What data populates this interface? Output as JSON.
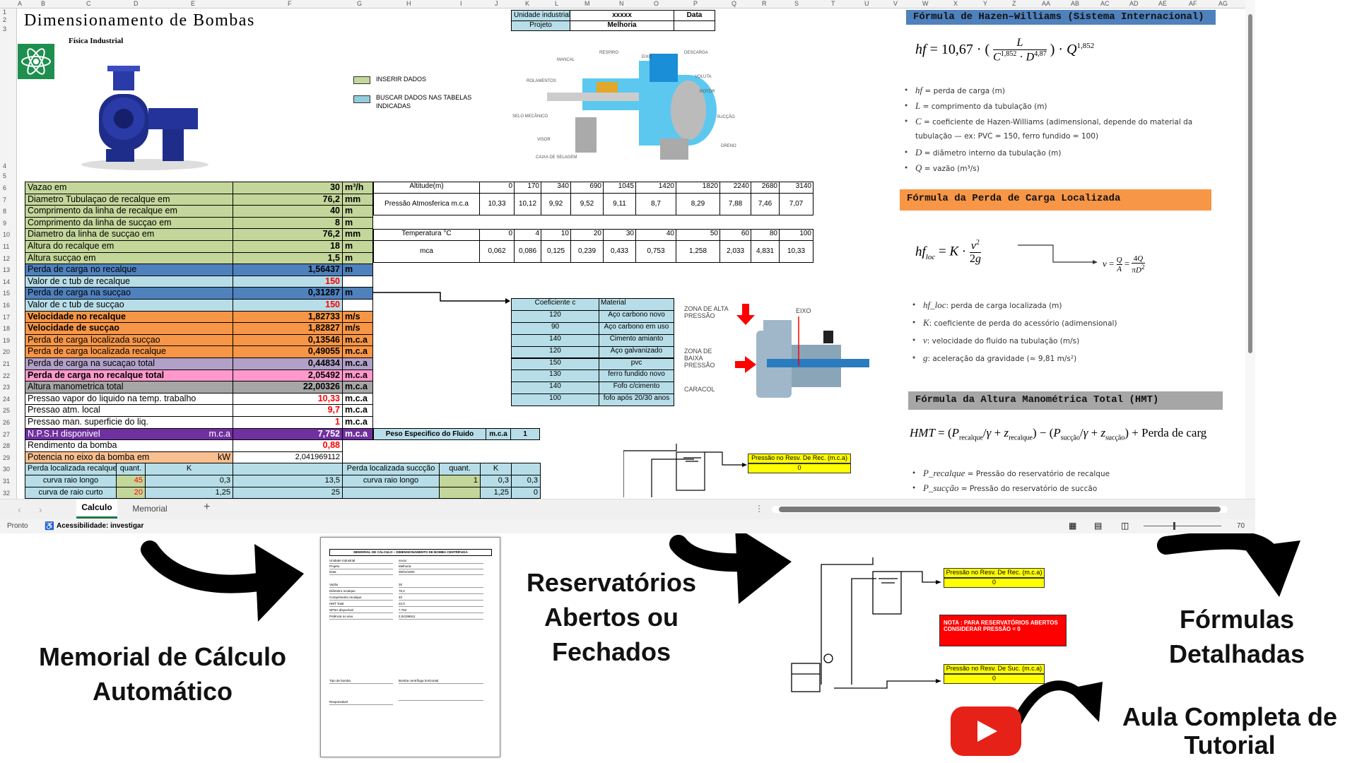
{
  "palette": {
    "green": "#c4d79b",
    "blue": "#4f81bd",
    "lightblue": "#b7dee8",
    "orange": "#f79646",
    "lilac": "#b1a0c7",
    "pink": "#ff99cc",
    "gray": "#a6a6a6",
    "white": "#ffffff",
    "purple": "#7030a0",
    "peach": "#fabf8f",
    "yellow": "#ffff00",
    "red": "#ff0000"
  },
  "sheet": {
    "columns": [
      "A",
      "B",
      "C",
      "D",
      "E",
      "F",
      "G",
      "H",
      "I",
      "J",
      "K",
      "L",
      "M",
      "N",
      "O",
      "P",
      "Q",
      "R",
      "S",
      "T",
      "U",
      "V",
      "W",
      "X",
      "Y",
      "Z",
      "AA",
      "AB",
      "AC",
      "AD",
      "AE",
      "AF",
      "AG"
    ],
    "rows": [
      "1",
      "2",
      "3",
      "4",
      "5",
      "6",
      "7",
      "8",
      "9",
      "10",
      "11",
      "12",
      "13",
      "14",
      "15",
      "16",
      "17",
      "18",
      "19",
      "20",
      "21",
      "22",
      "23",
      "24",
      "25",
      "26",
      "27",
      "28",
      "29",
      "30",
      "31",
      "32"
    ],
    "title": "Dimensionamento de Bombas",
    "subtitle": "Física Industrial",
    "header_table": {
      "unit_label": "Unidade industrial",
      "unit_value": "xxxxx",
      "date_label": "Data",
      "project_label": "Projeto",
      "project_value": "Melhoria"
    },
    "legend": {
      "insert": "INSERIR DADOS",
      "lookup": "BUSCAR DADOS NAS TABELAS INDICADAS"
    },
    "pump_parts": [
      "RESPIRO",
      "EIXO",
      "MANCAL",
      "DESCARGA",
      "ROLAMENTOS",
      "VOLUTA",
      "ROTOR",
      "SELO MECÂNICO",
      "SUCÇÃO",
      "VISOR",
      "DRENO",
      "CAIXA DE SELAGEM"
    ],
    "main_rows": [
      {
        "label": "Vazao em",
        "value": "30",
        "unit": "m³/h",
        "color": "green"
      },
      {
        "label": "Diametro  Tubulaçao de recalque em",
        "value": "76,2",
        "unit": "mm",
        "color": "green"
      },
      {
        "label": "Comprimento da linha de recalque  em",
        "value": "40",
        "unit": "m",
        "color": "green"
      },
      {
        "label": "Comprimento da linha de sucçao em",
        "value": "8",
        "unit": "m",
        "color": "green"
      },
      {
        "label": "Diametro da linha de sucçao em",
        "value": "76,2",
        "unit": "mm",
        "color": "green"
      },
      {
        "label": "Altura do recalque  em",
        "value": "18",
        "unit": "m",
        "color": "green"
      },
      {
        "label": "Altura sucçao em",
        "value": "1,5",
        "unit": "m",
        "color": "green"
      },
      {
        "label": "Perda de carga no recalque",
        "value": "1,56437",
        "unit": "m",
        "color": "blue"
      },
      {
        "label": "Valor de  c tub de recalque",
        "value": "150",
        "unit": "",
        "color": "lightblue",
        "red": true
      },
      {
        "label": "Perda de carga na sucçao",
        "value": "0,31287",
        "unit": "m",
        "color": "blue"
      },
      {
        "label": "Valor de c tub de sucçao",
        "value": "150",
        "unit": "",
        "color": "lightblue",
        "red": true
      },
      {
        "label": "Velocidade no recalque",
        "value": "1,82733",
        "unit": "m/s",
        "color": "orange",
        "bold": true
      },
      {
        "label": "Velocidade de sucçao",
        "value": "1,82827",
        "unit": "m/s",
        "color": "orange",
        "bold": true
      },
      {
        "label": "Perda de carga localizada sucçao",
        "value": "0,13546",
        "unit": "m.c.a",
        "color": "orange"
      },
      {
        "label": "Perda de carga localizada recalque",
        "value": "0,49055",
        "unit": "m.c.a",
        "color": "orange"
      },
      {
        "label": "Perda de carga na  sucaçao total",
        "value": "0,44834",
        "unit": "m.c.a",
        "color": "lilac"
      },
      {
        "label": "Perda de carga no recalque total",
        "value": "2,05492",
        "unit": "m.c.a",
        "color": "pink",
        "bold": true
      },
      {
        "label": "Altura manometrica total",
        "value": "22,00326",
        "unit": "m.c.a",
        "color": "gray"
      },
      {
        "label": "Pressao  vapor do liquido na temp. trabalho",
        "value": "10,33",
        "unit": "m.c.a",
        "color": "white",
        "red": true
      },
      {
        "label": "Pressao atm. local",
        "value": "9,7",
        "unit": "m.c.a",
        "color": "white",
        "red": true
      },
      {
        "label": "Pressao  man. superficie do liq.",
        "value": "1",
        "unit": "m.c.a",
        "color": "white",
        "red": true
      },
      {
        "label": "N.P.S.H disponivel",
        "label_unit": "m.c.a",
        "value": "7,752",
        "unit": "m.c.a",
        "color": "purple"
      },
      {
        "label": "Rendimento da bomba",
        "value": "0,88",
        "unit": "",
        "color": "white",
        "red": true
      },
      {
        "label": "Potencia  no eixo da bomba em",
        "label_unit": "kW",
        "value": "2,041969112",
        "unit": "",
        "color": "peach"
      }
    ],
    "local_loss": {
      "headers": [
        "Perda localizada recalque",
        "quant.",
        "K",
        "",
        "Perda localizada succção",
        "quant.",
        "K",
        ""
      ],
      "rows": [
        [
          "curva raio longo",
          "45",
          "0,3",
          "13,5",
          "curva raio longo",
          "1",
          "0,3",
          "0,3"
        ],
        [
          "curva de raio curto",
          "20",
          "1,25",
          "25",
          "",
          "",
          "1,25",
          "0"
        ]
      ]
    },
    "altitude_table": {
      "label": "Altitude(m)",
      "row_label": "Pressão Atmosferica m.c.a",
      "altitudes": [
        "0",
        "170",
        "340",
        "690",
        "1045",
        "1420",
        "1820",
        "2240",
        "2680",
        "3140"
      ],
      "pressures": [
        "10,33",
        "10,12",
        "9,92",
        "9,52",
        "9,11",
        "8,7",
        "8,29",
        "7,88",
        "7,46",
        "7,07"
      ]
    },
    "temperature_table": {
      "label": "Temperatura  °C",
      "row_label": "mca",
      "temperatures": [
        "0",
        "4",
        "10",
        "20",
        "30",
        "40",
        "50",
        "60",
        "80",
        "100"
      ],
      "mca": [
        "0,062",
        "0,086",
        "0,125",
        "0,239",
        "0,433",
        "0,753",
        "1,258",
        "2,033",
        "4,831",
        "10,33"
      ]
    },
    "coef_table": {
      "headers": [
        "Coeficiente  c",
        "Material"
      ],
      "rows": [
        [
          "120",
          "Aço carbono novo"
        ],
        [
          "90",
          "Aço carbono em uso"
        ],
        [
          "140",
          "Cimento amianto"
        ],
        [
          "120",
          "Aço galvanizado"
        ],
        [
          "150",
          "pvc"
        ],
        [
          "130",
          "ferro fundido novo"
        ],
        [
          "140",
          "Fofo c/cimento"
        ],
        [
          "100",
          "fofo após 20/30 anos"
        ]
      ]
    },
    "pump_section": {
      "high": "ZONA DE ALTA PRESSÃO",
      "low": "ZONA DE BAIXA PRESSÃO",
      "shaft": "EIXO",
      "casing": "CARACOL"
    },
    "specific_weight": {
      "label": "Peso Especifico do Fluido",
      "unit": "m.c.a",
      "value": "1"
    },
    "reservoir_small": {
      "label": "Pressão no Resv. De Rec. (m.c.a)",
      "value": "0"
    },
    "formulas": {
      "hw_title": "Fórmula de Hazen–Williams (Sistema Internacional)",
      "hw_formula": "hf = 10,67 · ( L / (C^1,852 · D^4,87) ) · Q^1,852",
      "hw_bullets": [
        {
          "sym": "hf",
          "text": " = perda de carga (m)"
        },
        {
          "sym": "L",
          "text": " = comprimento da tubulação (m)"
        },
        {
          "sym": "C",
          "text": " = coeficiente de Hazen-Williams (adimensional, depende do material da tubulação — ex: PVC = 150, ferro fundido = 100)"
        },
        {
          "sym": "D",
          "text": " = diâmetro interno da tubulação (m)"
        },
        {
          "sym": "Q",
          "text": " = vazão (m³/s)"
        }
      ],
      "loc_title": "Fórmula da Perda de Carga Localizada",
      "loc_formula": "hf_loc = K · v² / 2g",
      "v_formula": "v = Q/A = 4Q/πD²",
      "loc_bullets": [
        {
          "sym": "hf_loc",
          "text": ": perda de carga localizada (m)"
        },
        {
          "sym": "K",
          "text": ": coeficiente de perda do acessório (adimensional)"
        },
        {
          "sym": "v",
          "text": ": velocidade do fluido na tubulação (m/s)"
        },
        {
          "sym": "g",
          "text": ": aceleração da gravidade (≈ 9,81 m/s²)"
        }
      ],
      "hmt_title": "Fórmula da Altura Manométrica Total (HMT)",
      "hmt_formula": "HMT = (P_recalque/γ + z_recalque) − (P_sucção/γ + z_sucção) + Perda de carg",
      "hmt_bullets": [
        {
          "sym": "P_recalque",
          "text": " = Pressão do reservatório de recalque"
        },
        {
          "sym": "P_sucção",
          "text": " = Pressão do reservatório de succão"
        }
      ]
    },
    "tabs": [
      {
        "label": "Calculo",
        "active": true
      },
      {
        "label": "Memorial",
        "active": false
      }
    ],
    "add_tab": "+",
    "status": {
      "ready": "Pronto",
      "accessibility": "Acessibilidade: investigar",
      "zoom": "70"
    }
  },
  "memorial_doc": {
    "title": "MEMORIAL DE CÁLCULO – DIMENSIONAMENTO DE BOMBA CENTRÍFUGA",
    "rows": [
      [
        "Unidade Industrial",
        "xxxxx"
      ],
      [
        "Projeto",
        "Melhoria"
      ],
      [
        "Data",
        "00/01/1900"
      ],
      [
        "Vazão",
        "30"
      ],
      [
        "Diâmetro recalque",
        "76,2"
      ],
      [
        "Comprimento recalque",
        "40"
      ],
      [
        "HMT Total",
        "22,0"
      ],
      [
        "NPSH disponível",
        "7,752"
      ],
      [
        "Potência no eixo",
        "2,04196911"
      ],
      [
        "Tipo de bomba",
        "Bomba centrífuga horizontal"
      ],
      [
        "Responsável",
        ""
      ]
    ]
  },
  "reservoir_big": {
    "rec_label": "Pressão no Resv. De Rec. (m.c.a)",
    "rec_value": "0",
    "note": "NOTA : PARA RESERVATÓRIOS ABERTOS CONSIDERAR PRESSÃO = 0",
    "suc_label": "Pressão no Resv. De Suc. (m.c.a)",
    "suc_value": "0"
  },
  "annotations": {
    "memorial": "Memorial de Cálculo Automático",
    "reservoirs": "Reservatórios Abertos ou Fechados",
    "formulas": "Fórmulas Detalhadas",
    "tutorial": "Aula Completa de Tutorial"
  }
}
